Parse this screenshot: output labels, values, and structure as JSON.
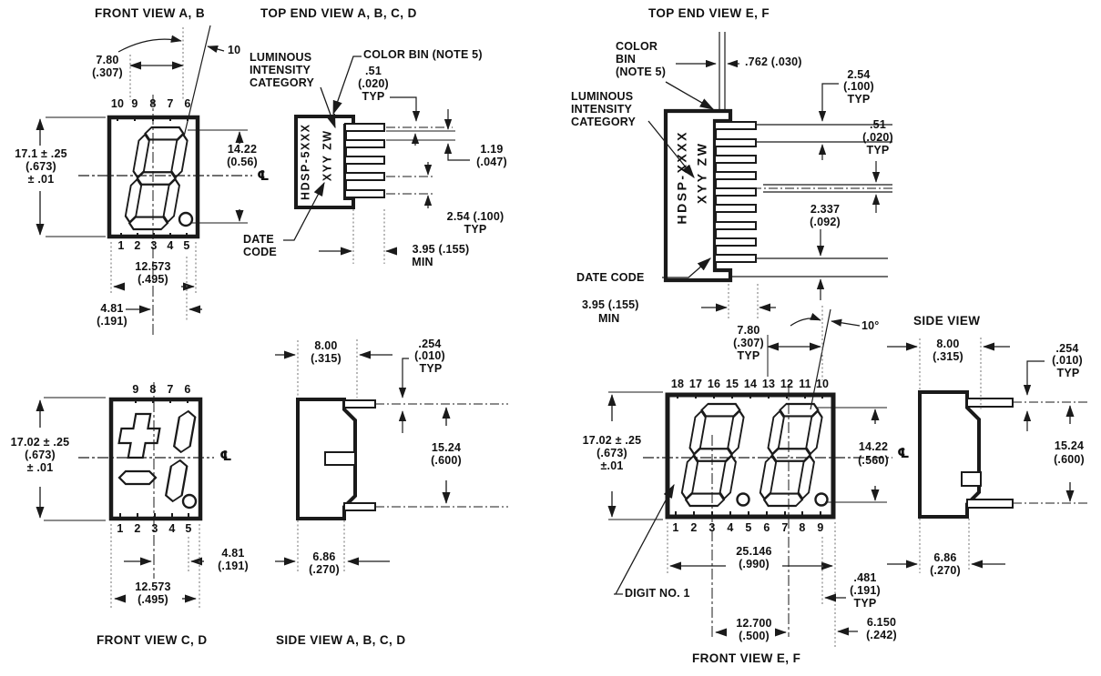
{
  "front_view_ab": {
    "title": "FRONT VIEW A, B",
    "pins_top": [
      "10",
      "9",
      "8",
      "7",
      "6"
    ],
    "pins_bottom": [
      "1",
      "2",
      "3",
      "4",
      "5"
    ],
    "dim_width": [
      "7.80",
      "(.307)"
    ],
    "angle": "10",
    "dim_height": [
      "17.1 ± .25",
      "(.673)",
      "± .01"
    ],
    "dim_digit": [
      "14.22",
      "(0.56)"
    ],
    "centerline": "℄",
    "dim_span": [
      "12.573",
      "(.495)"
    ],
    "dim_offset": [
      "4.81",
      "(.191)"
    ]
  },
  "top_end_view_abcd": {
    "title": "TOP END VIEW A, B, C, D",
    "luminous": [
      "LUMINOUS",
      "INTENSITY",
      "CATEGORY"
    ],
    "color_bin": "COLOR BIN (NOTE 5)",
    "dim_lead_thk": [
      ".51",
      "(.020)",
      "TYP"
    ],
    "marking_part": "HDSP-5XXX",
    "marking_code": "XYY ZW",
    "dim_gap": [
      "1.19",
      "(.047)"
    ],
    "dim_pitch": [
      "2.54 (.100)",
      "TYP"
    ],
    "dim_standoff": [
      "3.95 (.155)",
      "MIN"
    ],
    "date_code": [
      "DATE",
      "CODE"
    ]
  },
  "top_end_view_ef": {
    "title": "TOP END VIEW E, F",
    "color_bin": [
      "COLOR",
      "BIN",
      "(NOTE 5)"
    ],
    "dim_stripe": ".762 (.030)",
    "luminous": [
      "LUMINOUS",
      "INTENSITY",
      "CATEGORY"
    ],
    "dim_pitch": [
      "2.54",
      "(.100)",
      "TYP"
    ],
    "dim_lead_thk": [
      ".51",
      "(.020)",
      "TYP"
    ],
    "dim_row": [
      "2.337",
      "(.092)"
    ],
    "marking_part": "HDSP-XXXX",
    "marking_code": "XYY ZW",
    "date_code": "DATE CODE",
    "dim_standoff": [
      "3.95 (.155)",
      "MIN"
    ]
  },
  "front_view_cd": {
    "pins_top": [
      "9",
      "8",
      "7",
      "6"
    ],
    "pins_bottom": [
      "1",
      "2",
      "3",
      "4",
      "5"
    ],
    "dim_height": [
      "17.02 ± .25",
      "(.673)",
      "± .01"
    ],
    "centerline": "℄",
    "dim_offset": [
      "4.81",
      "(.191)"
    ],
    "dim_span": [
      "12.573",
      "(.495)"
    ],
    "caption": "FRONT VIEW C, D"
  },
  "side_view_abcd": {
    "dim_width": [
      "8.00",
      "(.315)"
    ],
    "dim_lead": [
      ".254",
      "(.010)",
      "TYP"
    ],
    "dim_row": [
      "15.24",
      "(.600)"
    ],
    "dim_depth": [
      "6.86",
      "(.270)"
    ],
    "caption": "SIDE VIEW A, B, C, D"
  },
  "front_view_ef": {
    "dim_height": [
      "17.02 ± .25",
      "(.673)",
      "±.01"
    ],
    "pins_top": [
      "18",
      "17",
      "16",
      "15",
      "14",
      "13",
      "12",
      "11",
      "10"
    ],
    "pins_bottom": [
      "1",
      "2",
      "3",
      "4",
      "5",
      "6",
      "7",
      "8",
      "9"
    ],
    "dim_pitch": [
      "7.80",
      "(.307)",
      "TYP"
    ],
    "angle": "10°",
    "dim_digit": [
      "14.22",
      "(.560)"
    ],
    "centerline": "℄",
    "dim_span": [
      "25.146",
      "(.990)"
    ],
    "digit_no": "DIGIT NO. 1",
    "dim_edge": [
      ".481",
      "(.191)",
      "TYP"
    ],
    "dim_dp": [
      "12.700",
      "(.500)"
    ],
    "dim_end": [
      "6.150",
      "(.242)"
    ],
    "caption": "FRONT VIEW E, F"
  },
  "side_view_ef": {
    "title": "SIDE VIEW",
    "dim_width": [
      "8.00",
      "(.315)"
    ],
    "dim_lead": [
      ".254",
      "(.010)",
      "TYP"
    ],
    "dim_row": [
      "15.24",
      "(.600)"
    ],
    "dim_depth": [
      "6.86",
      "(.270)"
    ]
  }
}
